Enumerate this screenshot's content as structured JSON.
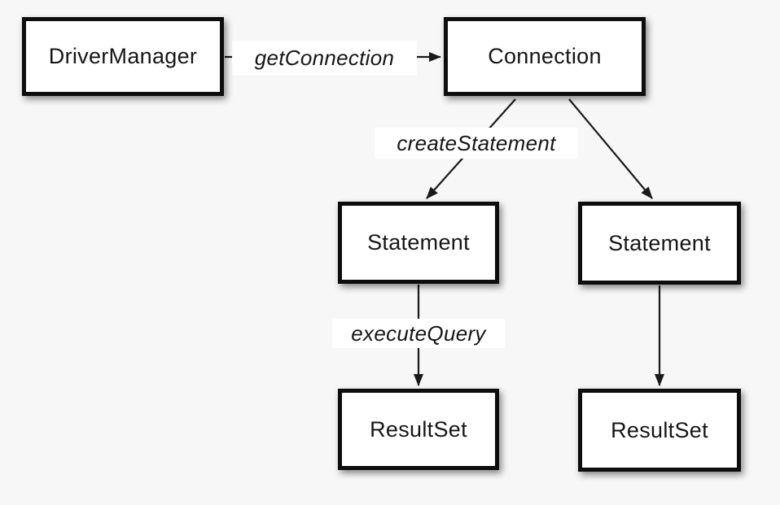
{
  "canvas": {
    "background_color": "#f7f7f7",
    "node_fill_color": "#ffffff",
    "node_border_color": "#0d0d0d",
    "line_color": "#1a1a1a",
    "label_background_color": "#ffffff",
    "text_color": "#161616"
  },
  "nodes": [
    {
      "id": "driver-manager",
      "label": "DriverManager"
    },
    {
      "id": "connection",
      "label": "Connection"
    },
    {
      "id": "statement-left",
      "label": "Statement"
    },
    {
      "id": "statement-right",
      "label": "Statement"
    },
    {
      "id": "resultset-left",
      "label": "ResultSet"
    },
    {
      "id": "resultset-right",
      "label": "ResultSet"
    }
  ],
  "edges": [
    {
      "from": "DriverManager",
      "to": "Connection",
      "label": "getConnection"
    },
    {
      "from": "Connection",
      "to": "Statement (left)",
      "label": "createStatement"
    },
    {
      "from": "Connection",
      "to": "Statement (right)",
      "label": ""
    },
    {
      "from": "Statement (left)",
      "to": "ResultSet (left)",
      "label": "executeQuery"
    },
    {
      "from": "Statement (right)",
      "to": "ResultSet (right)",
      "label": ""
    }
  ]
}
